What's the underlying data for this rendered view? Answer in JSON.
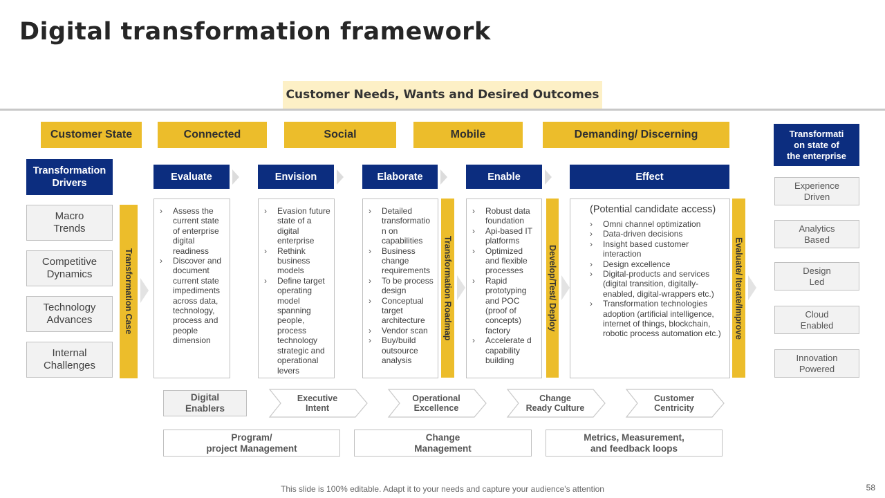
{
  "title": "Digital transformation framework",
  "banner": "Customer Needs, Wants and Desired Outcomes",
  "customer_row": [
    "Customer State",
    "Connected",
    "Social",
    "Mobile",
    "Demanding/ Discerning"
  ],
  "drivers": {
    "title": "Transformation\nDrivers",
    "items": [
      "Macro\nTrends",
      "Competitive\nDynamics",
      "Technology\nAdvances",
      "Internal\nChallenges"
    ]
  },
  "vertical_bars": [
    "Transformation Case",
    "Transformation Roadmap",
    "Develop/Test/ Deploy",
    "Evaluate/ Iterate/Improve"
  ],
  "stages": [
    {
      "title": "Evaluate",
      "bullets": [
        "Assess the current state of enterprise digital readiness",
        "Discover and document current state impediments across data, technology, process and people dimension"
      ]
    },
    {
      "title": "Envision",
      "bullets": [
        "Evasion future state of a digital enterprise",
        "Rethink business models",
        "Define target operating model spanning people, process technology strategic and operational levers"
      ]
    },
    {
      "title": "Elaborate",
      "bullets": [
        "Detailed transformatio n on capabilities",
        "Business change requirements",
        "To be process design",
        "Conceptual target architecture",
        "Vendor scan",
        "Buy/build outsource analysis"
      ]
    },
    {
      "title": "Enable",
      "bullets": [
        "Robust data foundation",
        "Api-based IT platforms",
        "Optimized and flexible processes",
        "Rapid prototyping and POC (proof of concepts) factory",
        "Accelerate d capability building"
      ]
    },
    {
      "title": "Effect",
      "intro": "(Potential candidate access)",
      "bullets": [
        "Omni channel optimization",
        "Data-driven decisions",
        "Insight based customer interaction",
        "Design excellence",
        "Digital-products and services (digital transition, digitally-enabled, digital-wrappers etc.)",
        "Transformation technologies adoption (artificial intelligence, internet of things, blockchain, robotic process automation etc.)"
      ]
    }
  ],
  "end_state": {
    "title": "Transformati\non state of\nthe enterprise",
    "items": [
      "Experience\nDriven",
      "Analytics\nBased",
      "Design\nLed",
      "Cloud\nEnabled",
      "Innovation\nPowered"
    ]
  },
  "enablers": {
    "label": "Digital\nEnablers",
    "items": [
      "Executive\nIntent",
      "Operational\nExcellence",
      "Change\nReady Culture",
      "Customer\nCentricity"
    ]
  },
  "bottom": [
    "Program/\nproject Management",
    "Change\nManagement",
    "Metrics, Measurement,\nand feedback loops"
  ],
  "footer": "This slide is 100% editable. Adapt it to your needs and capture your audience's attention",
  "page_number": "58",
  "colors": {
    "yellow": "#ECBD2B",
    "navy": "#0C2D7F",
    "banner": "#FDF0C6",
    "grey_box": "#F2F2F2"
  }
}
